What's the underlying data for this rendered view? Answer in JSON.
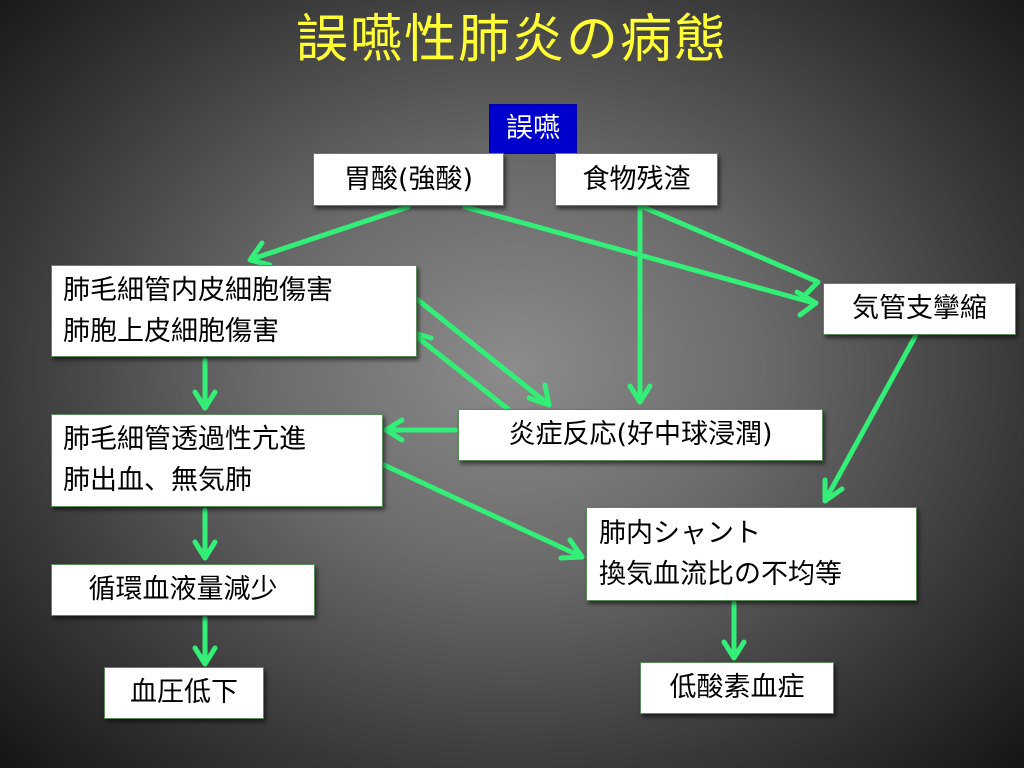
{
  "slide": {
    "title": "誤嚥性肺炎の病態"
  },
  "nodes": {
    "aspiration": "誤嚥",
    "gastric_acid": "胃酸(強酸)",
    "food_residue": "食物残渣",
    "capillary_damage": [
      "肺毛細管内皮細胞傷害",
      "肺胞上皮細胞傷害"
    ],
    "bronchospasm": "気管支攣縮",
    "permeability": [
      "肺毛細管透過性亢進",
      "肺出血、無気肺"
    ],
    "inflammation": "炎症反応(好中球浸潤)",
    "shunt": [
      "肺内シャント",
      "換気血流比の不均等"
    ],
    "blood_volume": "循環血液量減少",
    "hypotension": "血圧低下",
    "hypoxemia": "低酸素血症"
  },
  "colors": {
    "title": "#ffff33",
    "arrow": "#33ee77",
    "highlight_box": "#0000cc"
  }
}
